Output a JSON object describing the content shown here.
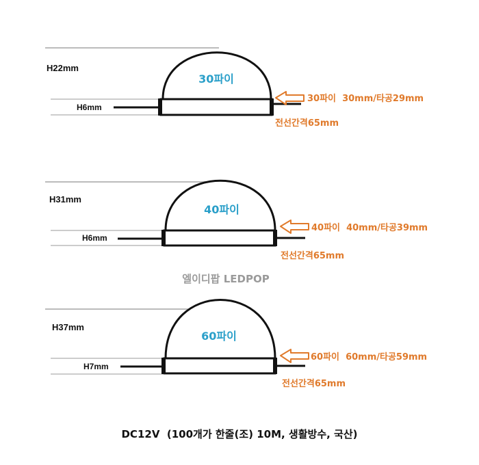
{
  "colors": {
    "label_blue": "#2a9fc9",
    "accent_orange": "#e07a2b",
    "brand_gray": "#9a9a9a",
    "guide_gray": "#bbbbbb",
    "outline": "#111111"
  },
  "units": [
    {
      "height_label": "H22mm",
      "base_label": "H6mm",
      "dome_label": "30파이",
      "spec_label": "30파이  30mm/타공29mm",
      "spacing_label": "전선간격65mm"
    },
    {
      "height_label": "H31mm",
      "base_label": "H6mm",
      "dome_label": "40파이",
      "spec_label": "40파이  40mm/타공39mm",
      "spacing_label": "전선간격65mm"
    },
    {
      "height_label": "H37mm",
      "base_label": "H7mm",
      "dome_label": "60파이",
      "spec_label": "60파이  60mm/타공59mm",
      "spacing_label": "전선간격65mm"
    }
  ],
  "brand": "엘이디팝 LEDPOP",
  "footer": "DC12V  (100개가 한줄(조) 10M, 생활방수, 국산)"
}
